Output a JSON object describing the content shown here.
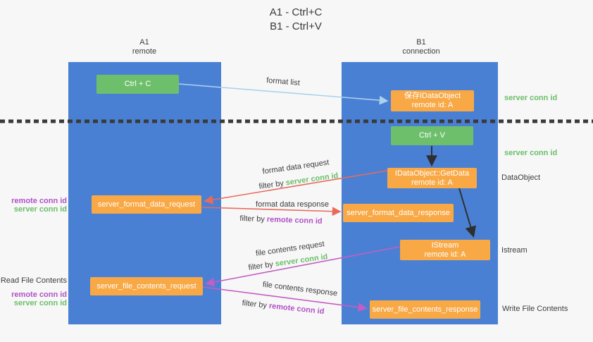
{
  "title": {
    "line1": "A1 - Ctrl+C",
    "line2": "B1 - Ctrl+V"
  },
  "columns": {
    "left": {
      "title": "A1",
      "subtitle": "remote"
    },
    "right": {
      "title": "B1",
      "subtitle": "connection"
    }
  },
  "boxes": {
    "ctrl_c": {
      "label": "Ctrl + C"
    },
    "ctrl_v": {
      "label": "Ctrl + V"
    },
    "save_dataobject": {
      "line1": "保存IDataObject",
      "line2": "remote id: A"
    },
    "getdata": {
      "line1": "IDataObject::GetData",
      "line2": "remote id: A"
    },
    "istream": {
      "line1": "IStream",
      "line2": "remote id: A"
    },
    "server_format_data_request": {
      "label": "server_format_data_request"
    },
    "server_format_data_response": {
      "label": "server_format_data_response"
    },
    "server_file_contents_request": {
      "label": "server_file_contents_request"
    },
    "server_file_contents_response": {
      "label": "server_file_contents_response"
    }
  },
  "arrow_labels": {
    "format_list": "format list",
    "format_data_request": "format data request",
    "format_data_response": "format data response",
    "file_contents_request": "file contents request",
    "file_contents_response": "file contents response",
    "filter_by": "filter by",
    "server_conn_id": "server conn id",
    "remote_conn_id": "remote conn id"
  },
  "side_labels": {
    "server_conn_id_top": "server conn id",
    "server_conn_id_mid": "server conn id",
    "dataobject": "DataObject",
    "istream": "Istream",
    "write_file_contents": "Write File Contents",
    "read_file_contents": "Read File Contents",
    "remote_conn_id": "remote conn id",
    "server_conn_id": "server conn id"
  },
  "colors": {
    "lifeline_blue": "#4a80d4",
    "green_box": "#6ebf6c",
    "orange_box": "#f8a845",
    "arrow_light_blue": "#a9d2ed",
    "arrow_red": "#e96a5c",
    "arrow_magenta": "#c45ec2",
    "arrow_black": "#2f2f2f",
    "text_green": "#6abf69",
    "text_purple": "#b052c7",
    "background": "#f7f7f7"
  }
}
